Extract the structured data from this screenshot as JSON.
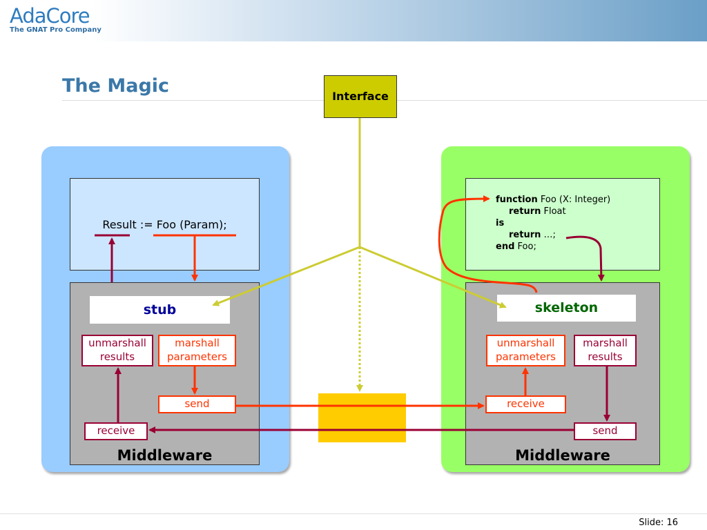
{
  "logo": {
    "main": "AdaCore",
    "sub": "The GNAT Pro Company"
  },
  "title": "The Magic",
  "interface": "Interface",
  "client": {
    "call": "Result := Foo (Param);",
    "stub": "stub",
    "unmarshall": [
      "unmarshall",
      "results"
    ],
    "marshall": [
      "marshall",
      "parameters"
    ],
    "send": "send",
    "receive": "receive",
    "middleware": "Middleware"
  },
  "server": {
    "code": {
      "line1_kw": "function",
      "line1_rest": " Foo (X: Integer)",
      "line2_kw": "return",
      "line2_rest": " Float",
      "line3_kw": "is",
      "line4_kw": "return",
      "line4_rest": " …;",
      "line5_kw": "end",
      "line5_rest": " Foo;"
    },
    "skeleton": "skeleton",
    "unmarshall": [
      "unmarshall",
      "parameters"
    ],
    "marshall": [
      "marshall",
      "results"
    ],
    "receive": "receive",
    "send": "send",
    "middleware": "Middleware"
  },
  "footer": {
    "slide": "Slide: 16"
  },
  "colors": {
    "client_panel": "#99ccff",
    "client_app": "#cce6ff",
    "server_panel": "#99ff66",
    "server_app": "#ccffcc",
    "interface_box": "#cccc00",
    "network_box": "#ffcc00",
    "orange": "#ff3300",
    "dark_red": "#990033",
    "yellow_line": "#cccc33",
    "stub_text": "#000099",
    "skeleton_text": "#006600"
  }
}
